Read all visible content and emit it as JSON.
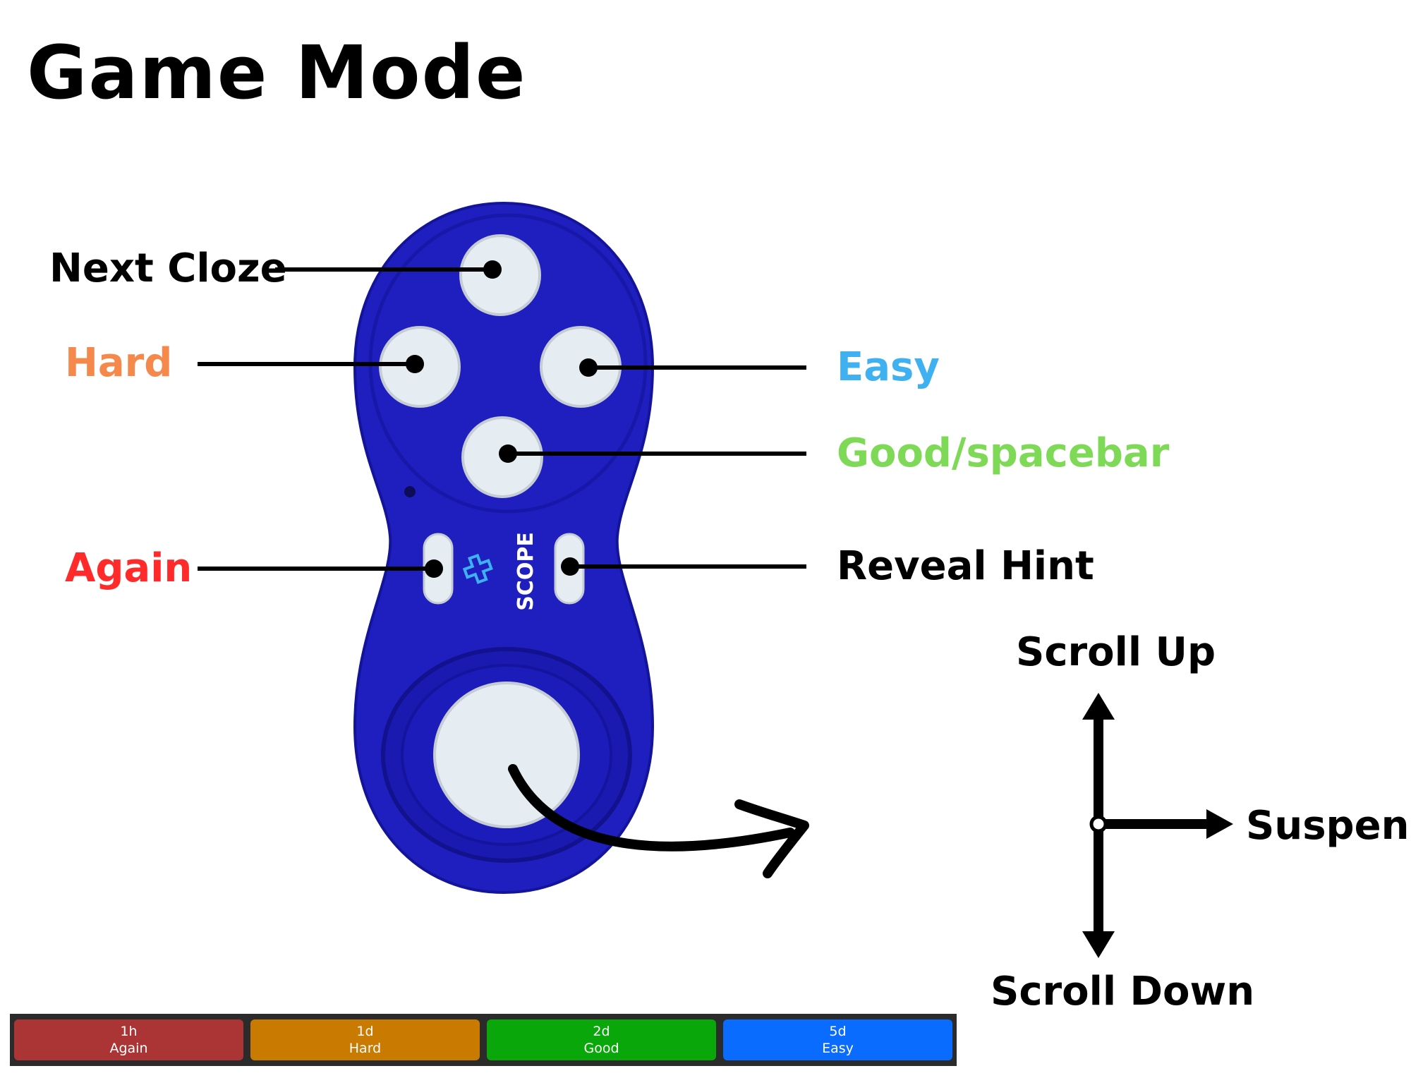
{
  "title": "Game Mode",
  "controller": {
    "brand": "SCOPE",
    "body_color": "#1f1fc0",
    "button_color": "#e6edf2"
  },
  "labels": {
    "next_cloze": {
      "text": "Next Cloze",
      "color": "#000000"
    },
    "hard": {
      "text": "Hard",
      "color": "#f4894b"
    },
    "easy": {
      "text": "Easy",
      "color": "#3fb0f0"
    },
    "good": {
      "text": "Good/spacebar",
      "color": "#7ed957"
    },
    "again": {
      "text": "Again",
      "color": "#ff2a2a"
    },
    "reveal_hint": {
      "text": "Reveal Hint",
      "color": "#000000"
    }
  },
  "joystick": {
    "up": "Scroll Up",
    "down": "Scroll Down",
    "right": "Suspend"
  },
  "answer_bar": {
    "buttons": [
      {
        "interval": "1h",
        "label": "Again",
        "color": "#ab3434"
      },
      {
        "interval": "1d",
        "label": "Hard",
        "color": "#c97a00"
      },
      {
        "interval": "2d",
        "label": "Good",
        "color": "#0aa70a"
      },
      {
        "interval": "5d",
        "label": "Easy",
        "color": "#0a6cff"
      }
    ]
  }
}
